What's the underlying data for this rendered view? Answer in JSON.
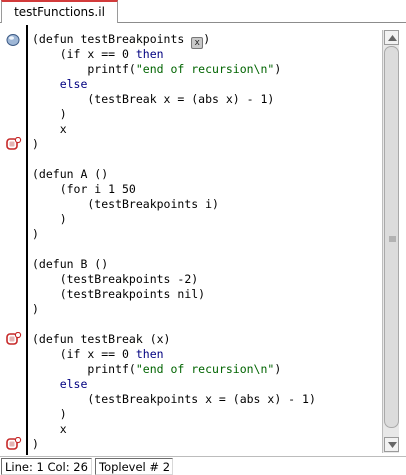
{
  "tabs": [
    {
      "label": "testFunctions.il",
      "active": true
    }
  ],
  "gutter_icons": [
    {
      "type": "current-line-marker",
      "line": 0
    },
    {
      "type": "breakpoint",
      "line": 7
    },
    {
      "type": "breakpoint",
      "line": 20
    },
    {
      "type": "breakpoint",
      "line": 27
    }
  ],
  "code_lines": [
    "(defun testBreakpoints ",
    "    (if x == 0 then",
    "        printf(\"end of recursion\\n\")",
    "    else",
    "        (testBreak x = (abs x) - 1)",
    "    )",
    "    x",
    ")",
    "",
    "(defun A ()",
    "    (for i 1 50",
    "        (testBreakpoints i)",
    "    )",
    ")",
    "",
    "(defun B ()",
    "    (testBreakpoints -2)",
    "    (testBreakpoints nil)",
    ")",
    "",
    "(defun testBreak (x)",
    "    (if x == 0 then",
    "        printf(\"end of recursion\\n\")",
    "    else",
    "        (testBreakpoints x = (abs x) - 1)",
    "    )",
    "    x",
    ")"
  ],
  "cursor_char": "x",
  "status": {
    "position": "Line: 1 Col: 26",
    "toplevel": "Toplevel # 2"
  },
  "colors": {
    "string": "#006400",
    "keyword": "#000080",
    "tab_accent": "#d23b3b",
    "breakpoint": "#c62828"
  }
}
